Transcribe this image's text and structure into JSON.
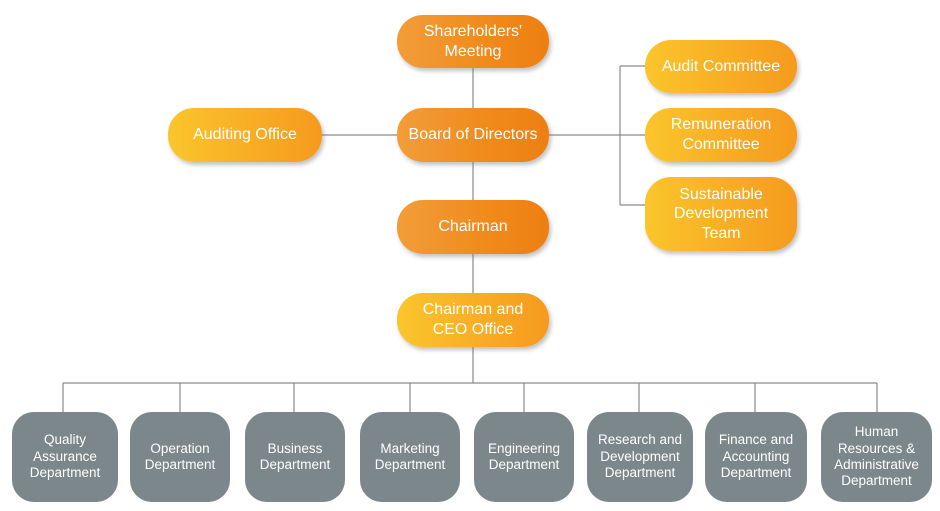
{
  "nodes": {
    "shareholders": "Shareholders'\nMeeting",
    "board": "Board of Directors",
    "auditing_office": "Auditing Office",
    "audit_committee": "Audit Committee",
    "remuneration": "Remuneration\nCommittee",
    "sustainable": "Sustainable\nDevelopment\nTeam",
    "chairman": "Chairman",
    "ceo_office": "Chairman and\nCEO Office"
  },
  "departments": [
    "Quality\nAssurance\nDepartment",
    "Operation\nDepartment",
    "Business\nDepartment",
    "Marketing\nDepartment",
    "Engineering\nDepartment",
    "Research and\nDevelopment\nDepartment",
    "Finance and\nAccounting\nDepartment",
    "Human\nResources &\nAdministrative\nDepartment"
  ],
  "colors": {
    "dark_orange": "#f08a1a",
    "light_orange": "#f8ad24",
    "department_gray": "#7b878b",
    "connector": "#8a8a8a"
  }
}
